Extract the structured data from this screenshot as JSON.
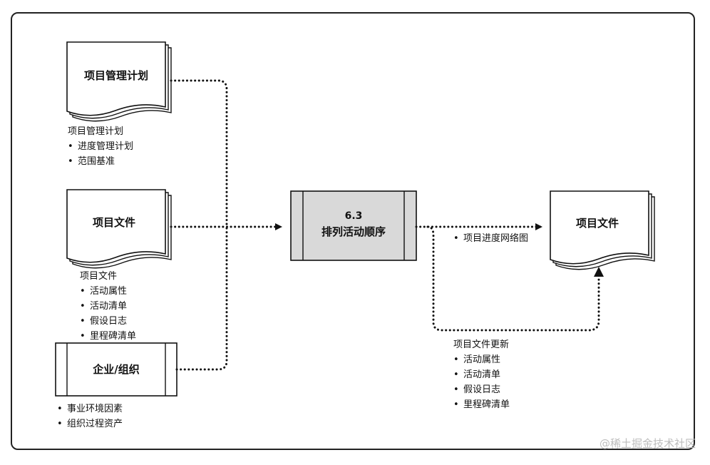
{
  "documents": {
    "pm_plan": "项目管理计划",
    "project_docs_in": "项目文件",
    "enterprise": "企业/组织",
    "project_docs_out": "项目文件"
  },
  "process": {
    "number": "6.3",
    "name": "排列活动顺序"
  },
  "lists": {
    "pm_plan": {
      "title": "项目管理计划",
      "items": [
        "进度管理计划",
        "范围基准"
      ]
    },
    "project_docs": {
      "title": "项目文件",
      "items": [
        "活动属性",
        "活动清单",
        "假设日志",
        "里程碑清单"
      ]
    },
    "enterprise": {
      "items": [
        "事业环境因素",
        "组织过程资产"
      ]
    },
    "output": {
      "items": [
        "项目进度网络图"
      ]
    },
    "updates": {
      "title": "项目文件更新",
      "items": [
        "活动属性",
        "活动清单",
        "假设日志",
        "里程碑清单"
      ]
    }
  },
  "watermark": "@稀土掘金技术社区"
}
